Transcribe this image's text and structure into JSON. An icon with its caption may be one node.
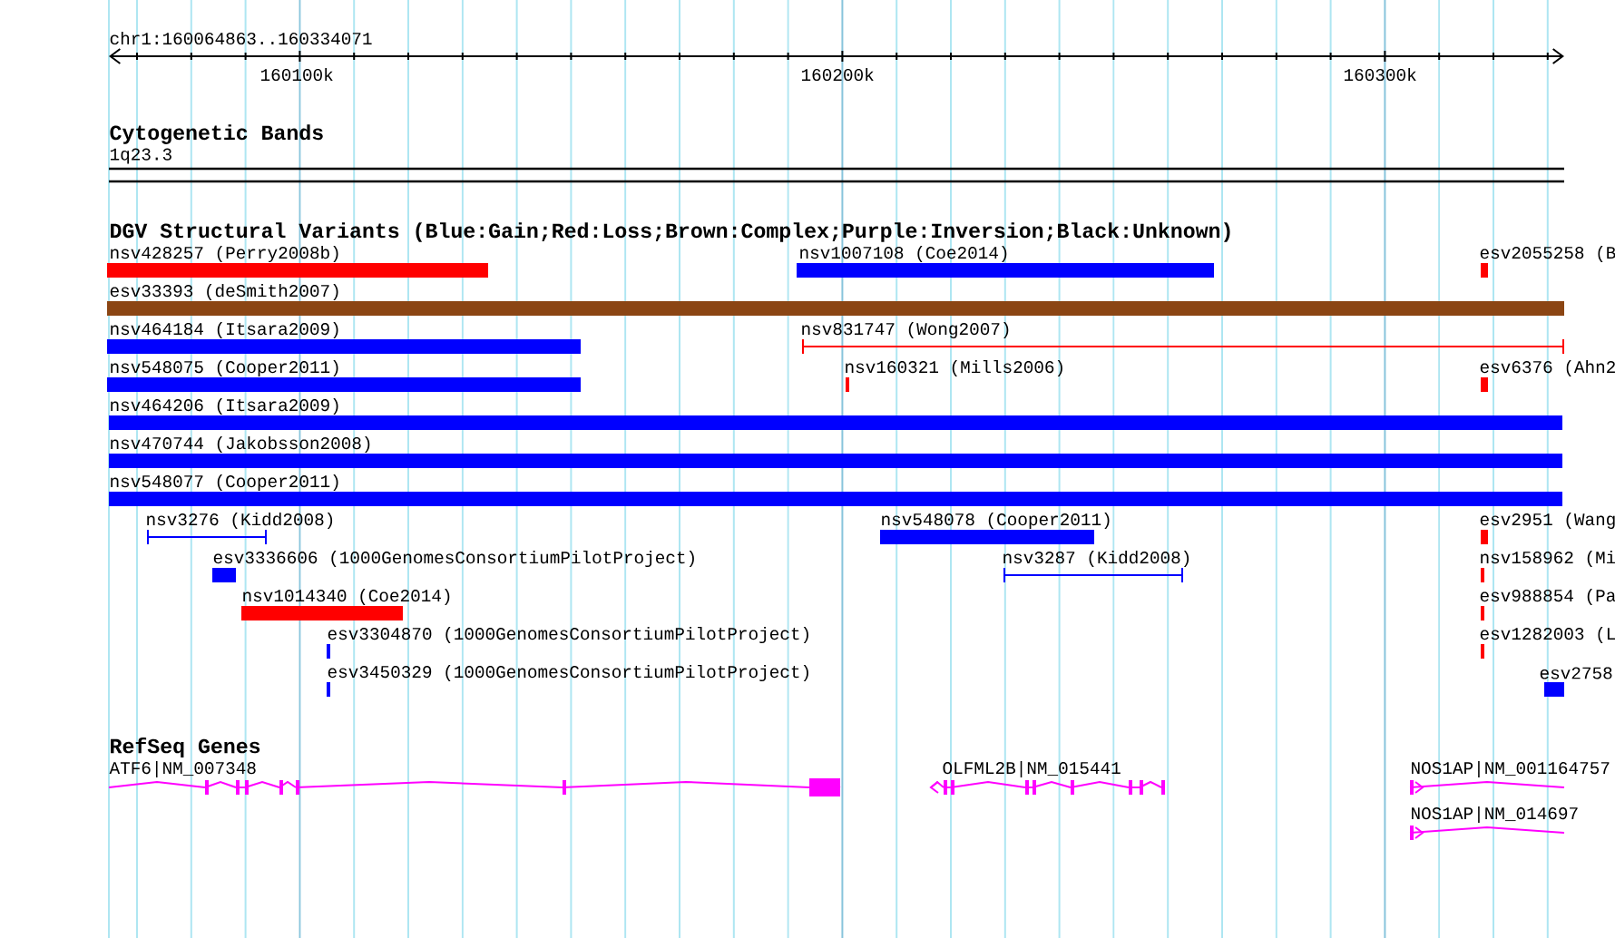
{
  "diagram": {
    "labels": [
      "chr1:160064863..160334071",
      "160100k",
      "160200k",
      "160300k",
      "Cytogenetic Bands",
      "1q23.3",
      "DGV Structural Variants (Blue:Gain;Red:Loss;Brown:Complex;Purple:Inversion;Black:Unknown)",
      "nsv428257 (Perry2008b)",
      "nsv1007108 (Coe2014)",
      "esv2055258 (B",
      "esv33393 (deSmith2007)",
      "nsv464184 (Itsara2009)",
      "nsv831747 (Wong2007)",
      "nsv548075 (Cooper2011)",
      "nsv160321 (Mills2006)",
      "esv6376 (Ahn2",
      "nsv464206 (Itsara2009)",
      "nsv470744 (Jakobsson2008)",
      "nsv548077 (Cooper2011)",
      "nsv3276 (Kidd2008)",
      "nsv548078 (Cooper2011)",
      "esv2951 (Wang",
      "esv3336606 (1000GenomesConsortiumPilotProject)",
      "nsv3287 (Kidd2008)",
      "nsv158962 (Mi",
      "nsv1014340 (Coe2014)",
      "esv988854 (Pa",
      "esv3304870 (1000GenomesConsortiumPilotProject)",
      "esv1282003 (L",
      "esv3450329 (1000GenomesConsortiumPilotProject)",
      "esv2758",
      "RefSeq Genes",
      "ATF6|NM_007348",
      "OLFML2B|NM_015441",
      "NOS1AP|NM_001164757",
      "NOS1AP|NM_014697"
    ]
  }
}
